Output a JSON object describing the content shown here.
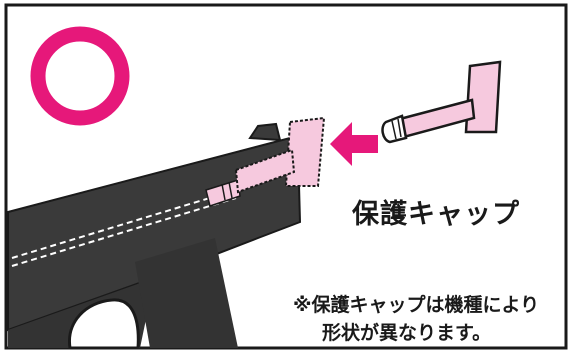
{
  "cap_label": "保護キャップ",
  "note": {
    "line1": "※保護キャップは機種により",
    "line2": "形状が異なります。"
  },
  "icons": {
    "ok_mark": "correct-circle-icon",
    "arrow": "insert-arrow-icon",
    "cap": "protective-cap-icon",
    "device": "gun-shaped-device-illustration"
  },
  "colors": {
    "accent": "#e6187a",
    "cap_fill": "#f6c9de",
    "body": "#3a3a3a",
    "frame": "#1a1a1a"
  }
}
